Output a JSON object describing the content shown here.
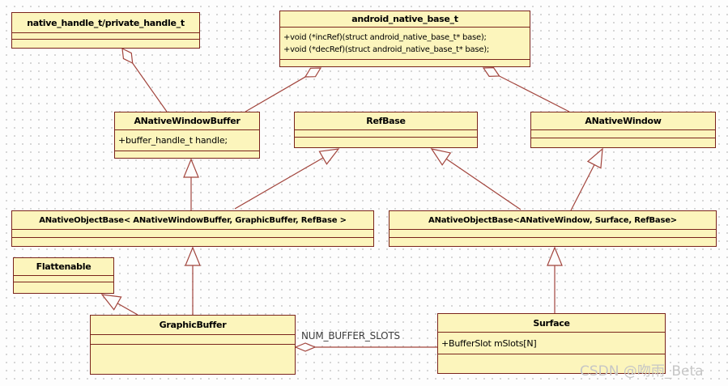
{
  "colors": {
    "class_fill": "#FCF5BC",
    "class_border": "#7A241C",
    "edge_line": "#A2453D",
    "background": "#FDFDFD",
    "grid_dot": "#CCCCCC",
    "watermark_text": "#C6C6C6"
  },
  "classes": [
    {
      "id": "native-handle",
      "title": "native_handle_t/private_handle_t",
      "attributes": []
    },
    {
      "id": "android-native-base",
      "title": "android_native_base_t",
      "attributes": [
        "+void (*incRef)(struct android_native_base_t* base);",
        "+void (*decRef)(struct android_native_base_t* base);"
      ]
    },
    {
      "id": "anative-window-buffer",
      "title": "ANativeWindowBuffer",
      "attributes": [
        "+buffer_handle_t handle;"
      ]
    },
    {
      "id": "refbase",
      "title": "RefBase",
      "attributes": []
    },
    {
      "id": "anative-window",
      "title": "ANativeWindow",
      "attributes": []
    },
    {
      "id": "anative-object-base-left",
      "title": "ANativeObjectBase< ANativeWindowBuffer, GraphicBuffer, RefBase >",
      "attributes": []
    },
    {
      "id": "anative-object-base-right",
      "title": "ANativeObjectBase<ANativeWindow, Surface, RefBase>",
      "attributes": []
    },
    {
      "id": "flattenable",
      "title": "Flattenable",
      "attributes": []
    },
    {
      "id": "graphic-buffer",
      "title": "GraphicBuffer",
      "attributes": []
    },
    {
      "id": "surface",
      "title": "Surface",
      "attributes": [
        "+BufferSlot mSlots[N]"
      ]
    }
  ],
  "relationships": [
    {
      "type": "aggregation",
      "from": "native_handle_t/private_handle_t",
      "to": "ANativeWindowBuffer"
    },
    {
      "type": "aggregation",
      "from": "android_native_base_t",
      "to": "ANativeWindowBuffer"
    },
    {
      "type": "aggregation",
      "from": "android_native_base_t",
      "to": "ANativeWindow"
    },
    {
      "type": "generalization",
      "parent": "ANativeWindowBuffer",
      "child": "ANativeObjectBase< ANativeWindowBuffer, GraphicBuffer, RefBase >"
    },
    {
      "type": "generalization",
      "parent": "RefBase",
      "child": "ANativeObjectBase< ANativeWindowBuffer, GraphicBuffer, RefBase >"
    },
    {
      "type": "generalization",
      "parent": "RefBase",
      "child": "ANativeObjectBase<ANativeWindow, Surface, RefBase>"
    },
    {
      "type": "generalization",
      "parent": "ANativeWindow",
      "child": "ANativeObjectBase<ANativeWindow, Surface, RefBase>"
    },
    {
      "type": "generalization",
      "parent": "ANativeObjectBase< ANativeWindowBuffer, GraphicBuffer, RefBase >",
      "child": "GraphicBuffer"
    },
    {
      "type": "generalization",
      "parent": "ANativeObjectBase<ANativeWindow, Surface, RefBase>",
      "child": "Surface"
    },
    {
      "type": "generalization",
      "parent": "Flattenable",
      "child": "GraphicBuffer"
    },
    {
      "type": "aggregation",
      "from": "GraphicBuffer",
      "to": "Surface",
      "label": "NUM_BUFFER_SLOTS"
    }
  ],
  "edge_label": "NUM_BUFFER_SLOTS",
  "watermark": "CSDN @吻雨_Beta"
}
